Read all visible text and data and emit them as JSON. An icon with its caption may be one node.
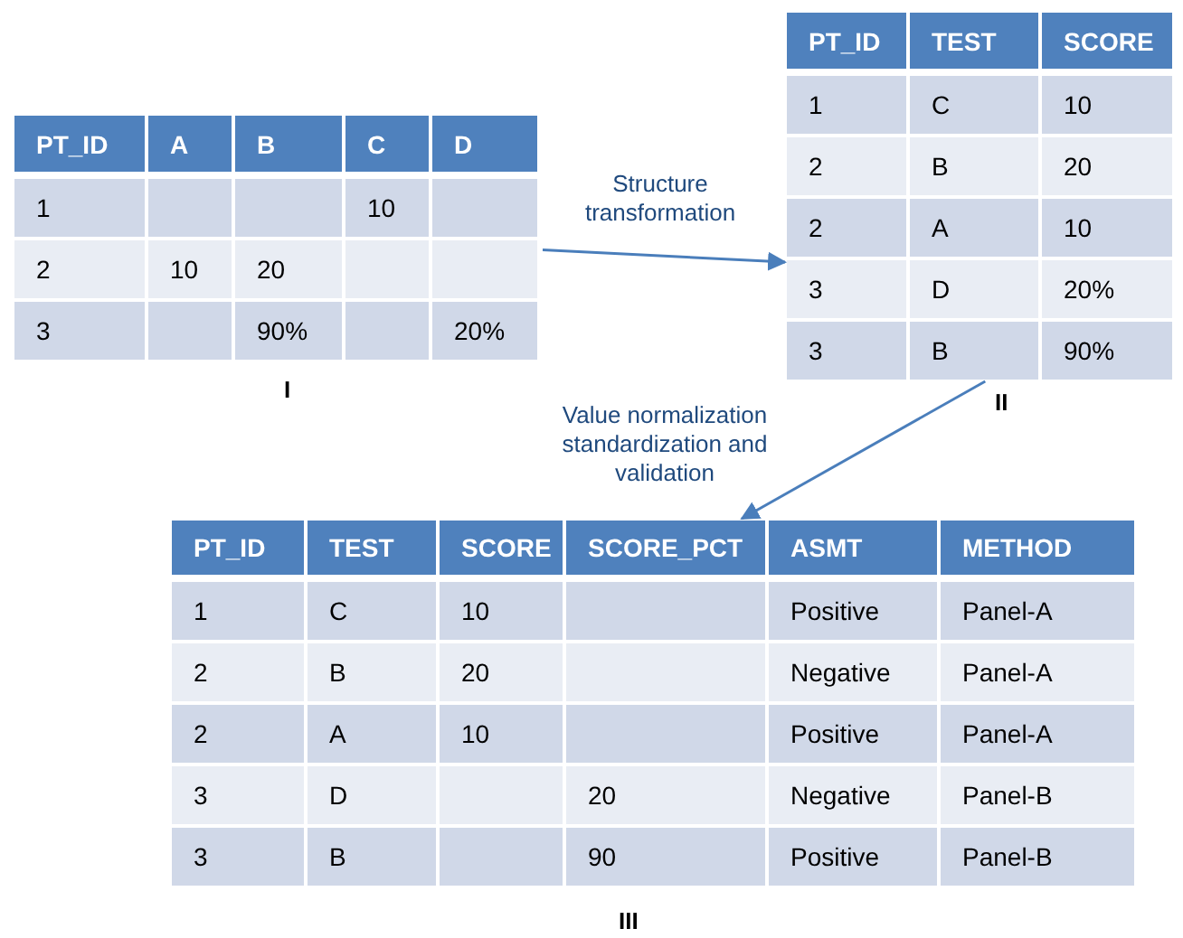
{
  "diagram": {
    "nodes": [
      {
        "text": [
          "PT_ID",
          "A",
          "B",
          "C",
          "D",
          "1",
          "10",
          "2",
          "10",
          "20",
          "3",
          "90%",
          "20%"
        ],
        "beside": [
          "I"
        ]
      },
      {
        "text": [
          "PT_ID",
          "TEST",
          "SCORE",
          "1",
          "C",
          "10",
          "2",
          "B",
          "20",
          "2",
          "A",
          "10",
          "3",
          "D",
          "20%",
          "3",
          "B",
          "90%"
        ],
        "beside": [
          "II"
        ]
      },
      {
        "text": [
          "PT_ID",
          "TEST",
          "SCORE",
          "SCORE_PCT",
          "ASMT",
          "METHOD",
          "1",
          "C",
          "10",
          "Positive",
          "Panel-A",
          "2",
          "B",
          "20",
          "Negative",
          "Panel-A",
          "2",
          "A",
          "10",
          "Positive",
          "Panel-A",
          "3",
          "D",
          "20",
          "Negative",
          "Panel-B",
          "3",
          "B",
          "90",
          "Positive",
          "Panel-B"
        ],
        "beside": [
          "III"
        ]
      }
    ],
    "edges": [
      {
        "from": 0,
        "to": 1,
        "arrow": "to",
        "label": "Structure transformation"
      },
      {
        "from": 1,
        "to": 2,
        "arrow": "to",
        "label": "Value normalization standardization and validation"
      }
    ]
  }
}
